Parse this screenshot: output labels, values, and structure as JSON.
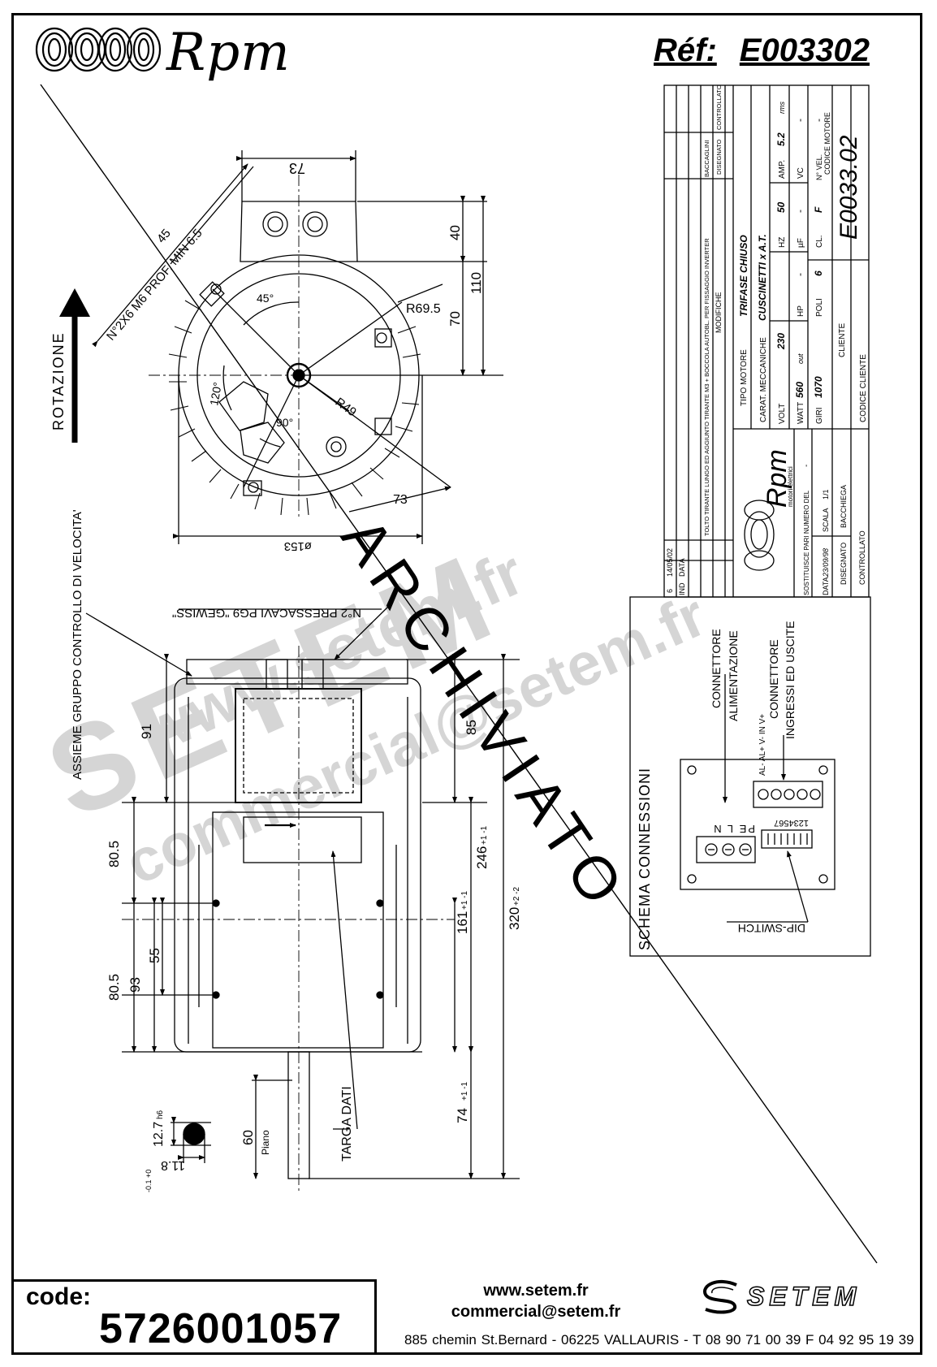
{
  "header": {
    "brand": "Rpm",
    "ref_label": "Réf:",
    "ref_value": "E003302"
  },
  "title_block": {
    "revision_header_cols": [
      "IND",
      "DATA"
    ],
    "revision_6_index": "6",
    "revision_6_date": "14/05/02",
    "revision_6_text": "TOLTO TIRANTE LUNGO ED AGGIUNTO TIRANTE M3 + BOCCOLA AUTOBL. PER FISSAGGIO INVERTER",
    "revision_6_who": "BACCAGLINI",
    "modifiche_label": "MODIFICHE",
    "disegnato_col": "DISEGNATO",
    "controllato_col": "CONTROLLATO",
    "tipo_motore_label": "TIPO MOTORE",
    "tipo_motore_value": "TRIFASE CHIUSO",
    "carat_label": "CARAT. MECCANICHE",
    "carat_value": "CUSCINETTI x A.T.",
    "volt_label": "VOLT",
    "volt_value": "230",
    "hz_label": "HZ",
    "hz_value": "50",
    "amp_label": "AMP.",
    "amp_value": "5.2",
    "amp_unit": "rms",
    "watt_label": "WATT",
    "watt_value": "560",
    "watt_unit": "out",
    "hp_label": "HP",
    "hp_value": "-",
    "uf_label": "µF",
    "uf_value": "-",
    "vc_label": "VC",
    "vc_value": "-",
    "giri_label": "GIRI",
    "giri_value": "1070",
    "poli_label": "POLI",
    "poli_value": "6",
    "cl_label": "CL.",
    "cl_value": "F",
    "nvel_label": "N° VEL.",
    "nvel_value": "-",
    "codice_motore_label": "CODICE MOTORE",
    "codice_motore_value": "E0033.02",
    "cliente_label": "CLIENTE",
    "codice_cliente_label": "CODICE CLIENTE",
    "sostituisce_label": "SOSTITUISCE PARI NUMERO DEL",
    "sostituisce_value": "-",
    "data_label": "DATA",
    "data_value": "23/09/98",
    "scala_label": "SCALA",
    "scala_value": "1/1",
    "disegnato_label": "DISEGNATO",
    "disegnato_value": "BACCHIEGA",
    "controllato_label": "CONTROLLATO",
    "logo_text": "Rpm",
    "logo_subtitle": "motori elettrici"
  },
  "drawing": {
    "rotazione": "ROTAZIONE",
    "dim_73_top": "73",
    "dim_40": "40",
    "dim_110": "110",
    "dim_70": "70",
    "dim_r695": "R69.5",
    "dim_r49": "R49",
    "dim_45": "45",
    "dim_45deg": "45°",
    "dim_120": "120°",
    "dim_90": "90°",
    "dim_73_bottom": "73",
    "dim_153": "ø153",
    "holes_note": "N°2X6 M6 PROF. MIN 6.5",
    "pressacavi_note": "N°2 PRESSACAVI PG9 \"GEWISS\"",
    "assieme_note": "ASSIEME GRUPPO CONTROLLO DI VELOCITA'",
    "dim_91": "91",
    "dim_85": "85",
    "dim_805a": "80.5",
    "dim_805b": "80.5",
    "dim_93": "93",
    "dim_55": "55",
    "dim_246": "246",
    "dim_246_tol": "+1 -1",
    "dim_161": "161",
    "dim_161_tol": "+1 -1",
    "dim_320": "320",
    "dim_320_tol": "+2 -2",
    "dim_74": "74",
    "dim_74_tol": "+1 -1",
    "dim_60": "60",
    "piano": "Piano",
    "dim_127": "12.7",
    "dim_127_tol": "h6",
    "dim_118": "11.8",
    "dim_118_tol": "-0.1 +0",
    "targa_dati": "TARGA DATI",
    "schema_title": "SCHEMA CONNESSIONI",
    "connettore_alim_1": "CONNETTORE",
    "connettore_alim_2": "ALIMENTAZIONE",
    "connettore_io_1": "CONNETTORE",
    "connettore_io_2": "INGRESSI ED USCITE",
    "dip_switch": "DIP-SWITCH",
    "terminal_labels": "PE L N",
    "dip_numbers": "1234567",
    "io_labels": "AL- AL+ V- IN V+",
    "archiviato": "ARCHIVIATO"
  },
  "watermark": {
    "site": "www.setem.fr",
    "brand": "SETEM",
    "email": "commercial@setem.fr"
  },
  "footer": {
    "code_label": "code:",
    "code_value": "5726001057",
    "website": "www.setem.fr",
    "email": "commercial@setem.fr",
    "address": "885 chemin St.Bernard  -  06225 VALLAURIS  -  T 08 90 71 00 39   F 04 92 95 19 39",
    "logo": "SETEM"
  }
}
